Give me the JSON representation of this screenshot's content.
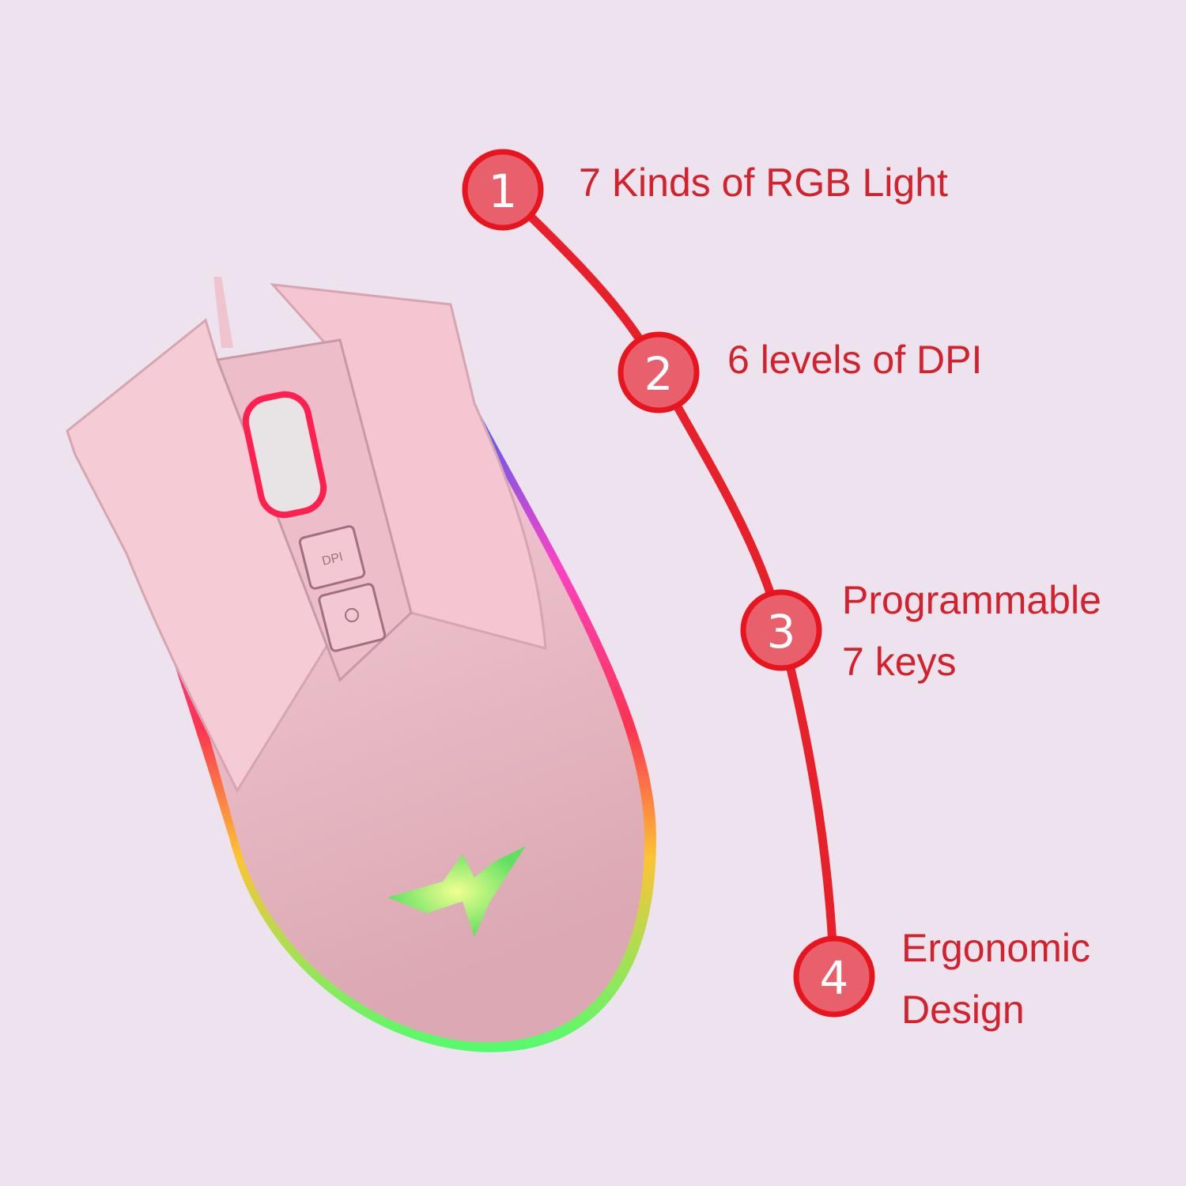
{
  "features": [
    {
      "number": "1",
      "lines": [
        "7 Kinds of RGB Light"
      ]
    },
    {
      "number": "2",
      "lines": [
        "6 levels of DPI"
      ]
    },
    {
      "number": "3",
      "lines": [
        "Programmable",
        "7 keys"
      ]
    },
    {
      "number": "4",
      "lines": [
        "Ergonomic",
        "Design"
      ]
    }
  ],
  "mouse": {
    "dpi_button_label": "DPI"
  },
  "colors": {
    "background": "#ece3ee",
    "accent": "#e8141e",
    "badge_fill": "#e8606c",
    "text": "#d3222c",
    "mouse_body": "#f2c3cf"
  }
}
